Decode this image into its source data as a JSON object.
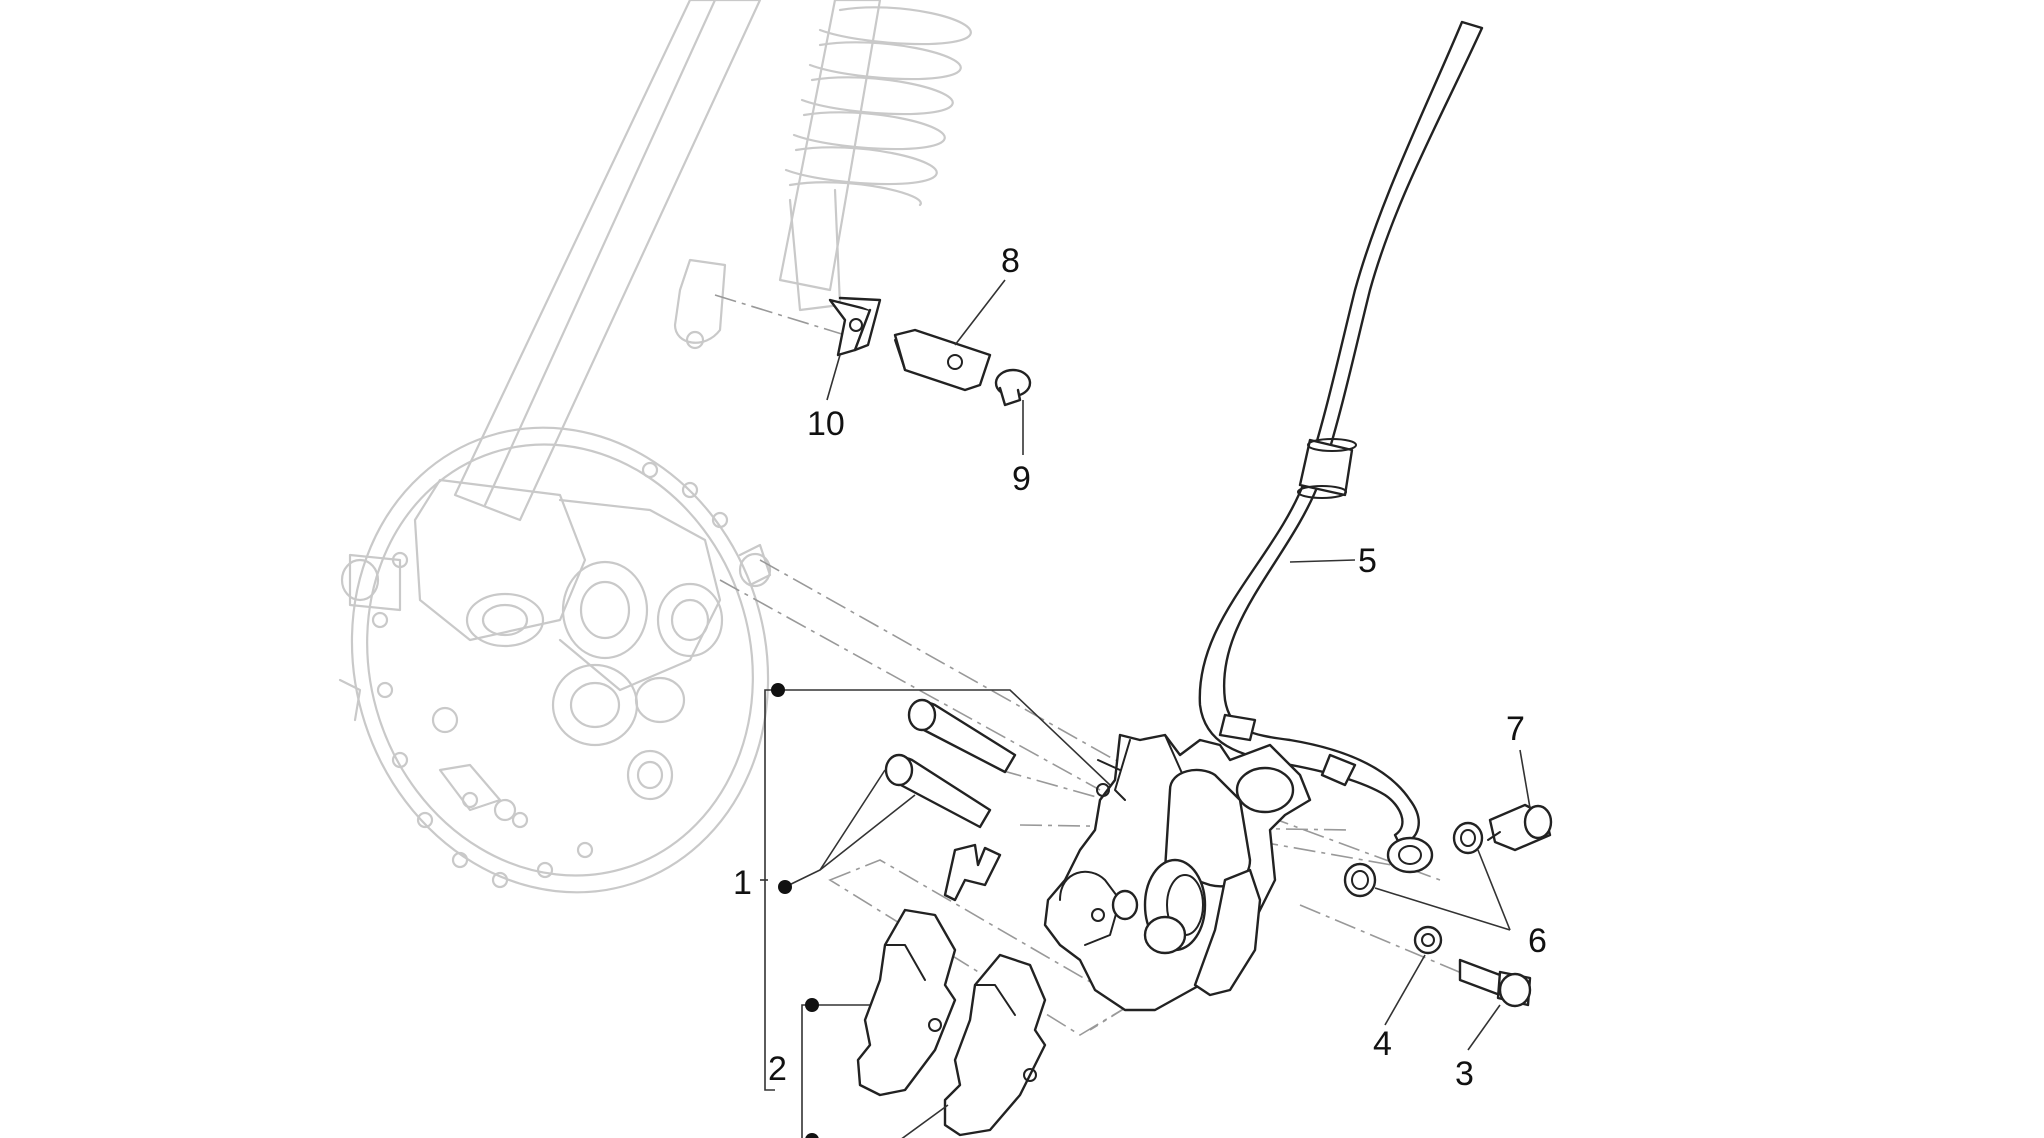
{
  "callouts": {
    "c1": "1",
    "c2": "2",
    "c3": "3",
    "c4": "4",
    "c5": "5",
    "c6": "6",
    "c7": "7",
    "c8": "8",
    "c9": "9",
    "c10": "10"
  },
  "colors": {
    "ghost_line": "#c9c9c9",
    "part_line": "#222222",
    "background": "#ffffff"
  }
}
